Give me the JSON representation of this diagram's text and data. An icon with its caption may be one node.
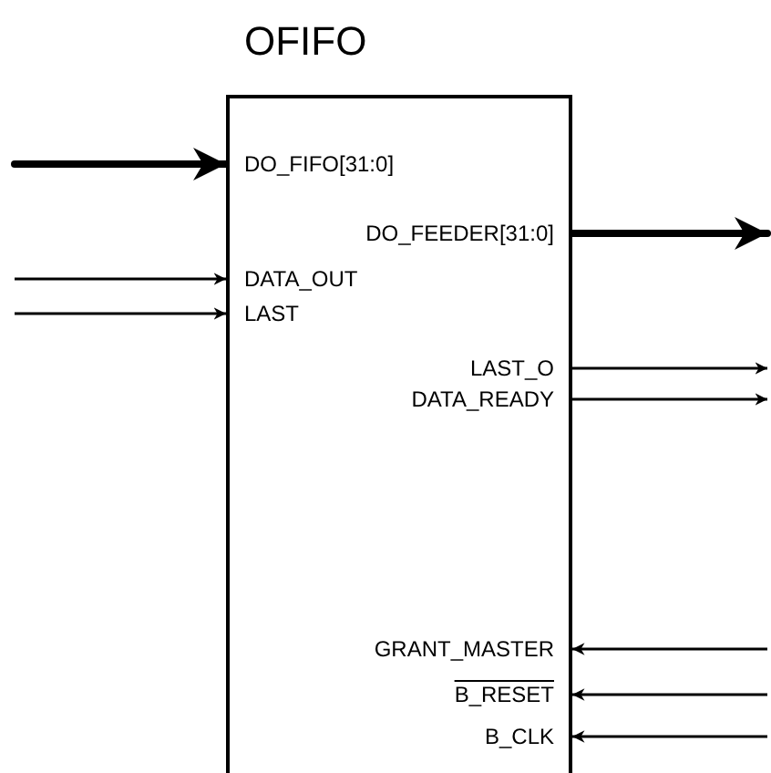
{
  "diagram": {
    "nodes": [
      {
        "text": [
          "OFIFO"
        ]
      },
      {
        "text": [
          "DO_FIFO[31:0]"
        ],
        "in": 0
      },
      {
        "text": [
          "DO_FEEDER[31:0]"
        ],
        "in": 0
      },
      {
        "text": [
          "DATA_OUT"
        ],
        "in": 0
      },
      {
        "text": [
          "LAST"
        ],
        "in": 0
      },
      {
        "text": [
          "LAST_O"
        ],
        "in": 0
      },
      {
        "text": [
          "DATA_READY"
        ],
        "in": 0
      },
      {
        "text": [
          "GRANT_MASTER"
        ],
        "in": 0
      },
      {
        "text": [
          "B_RESET"
        ],
        "in": 0
      },
      {
        "text": [
          "B_CLK"
        ],
        "in": 0
      }
    ],
    "edges": [
      {
        "from": null,
        "to": 1,
        "arrow": "to",
        "style": "thick"
      },
      {
        "from": 2,
        "to": null,
        "arrow": "to",
        "style": "thick"
      },
      {
        "from": null,
        "to": 3,
        "arrow": "to"
      },
      {
        "from": null,
        "to": 4,
        "arrow": "to"
      },
      {
        "from": 5,
        "to": null,
        "arrow": "to"
      },
      {
        "from": 6,
        "to": null,
        "arrow": "to"
      },
      {
        "from": null,
        "to": 7,
        "arrow": "to"
      },
      {
        "from": null,
        "to": 8,
        "arrow": "to"
      },
      {
        "from": null,
        "to": 9,
        "arrow": "to"
      }
    ]
  }
}
